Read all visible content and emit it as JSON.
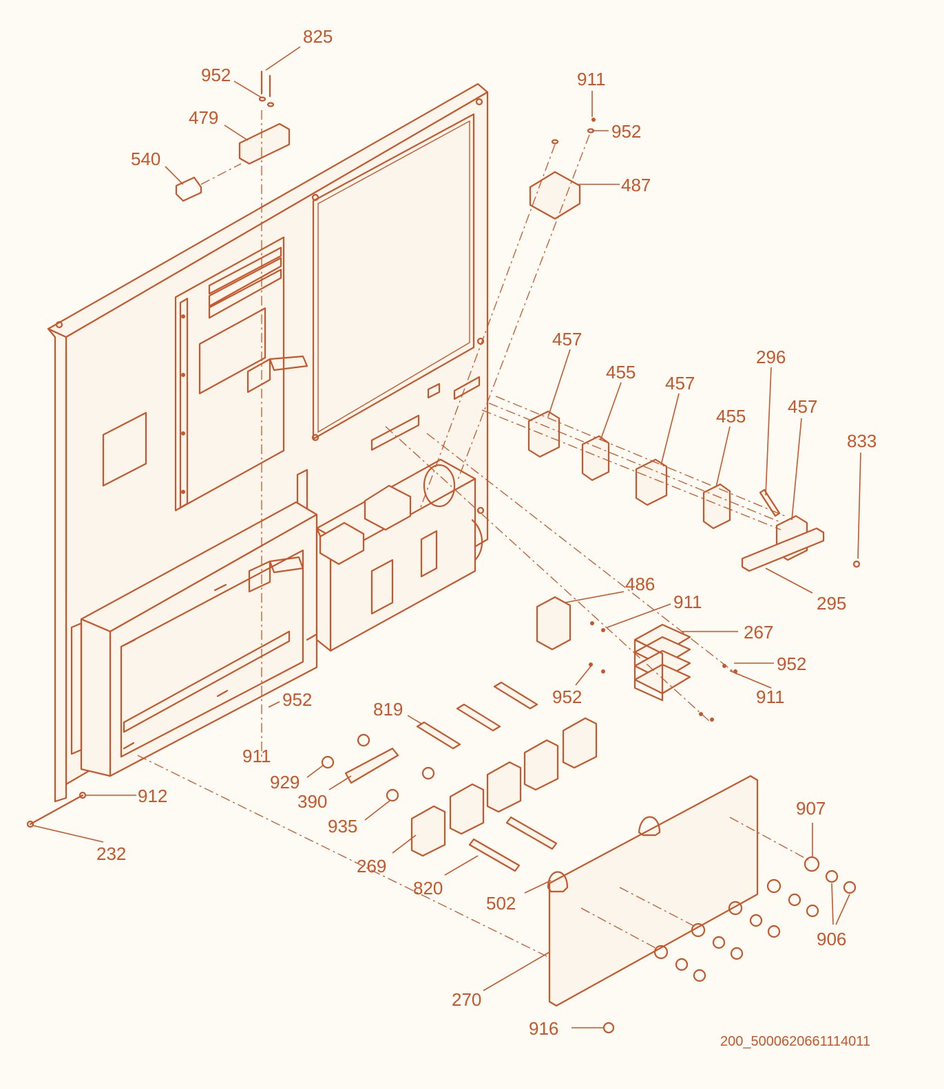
{
  "drawing_reference": "200_5000620661114011",
  "callouts": [
    "825",
    "952",
    "479",
    "540",
    "911",
    "952",
    "487",
    "457",
    "455",
    "457",
    "296",
    "455",
    "457",
    "833",
    "295",
    "486",
    "911",
    "267",
    "952",
    "911",
    "952",
    "952",
    "911",
    "819",
    "929",
    "390",
    "935",
    "269",
    "820",
    "502",
    "912",
    "232",
    "907",
    "906",
    "270",
    "916"
  ],
  "colors": {
    "line": "#c7572a",
    "paper": "#fdfbf4"
  }
}
